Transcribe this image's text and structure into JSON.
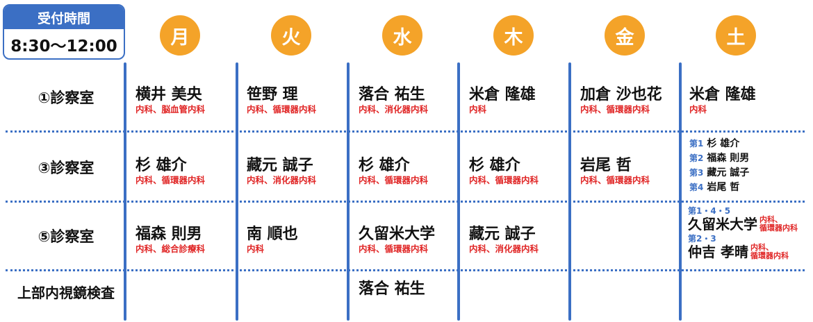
{
  "header": {
    "reception_label": "受付時間",
    "reception_time": "8:30～12:00"
  },
  "days": [
    "月",
    "火",
    "水",
    "木",
    "金",
    "土"
  ],
  "rooms": [
    "①診察室",
    "③診察室",
    "⑤診察室",
    "上部内視鏡検査"
  ],
  "schedule": {
    "room1": [
      {
        "doctor": "横井 美央",
        "dept": "内科、脳血管内科"
      },
      {
        "doctor": "笹野 理",
        "dept": "内科、循環器内科"
      },
      {
        "doctor": "落合 祐生",
        "dept": "内科、消化器内科"
      },
      {
        "doctor": "米倉 隆雄",
        "dept": "内科"
      },
      {
        "doctor": "加倉 沙也花",
        "dept": "内科、循環器内科"
      },
      {
        "doctor": "米倉 隆雄",
        "dept": "内科"
      }
    ],
    "room3": [
      {
        "doctor": "杉 雄介",
        "dept": "内科、循環器内科"
      },
      {
        "doctor": "藏元 誠子",
        "dept": "内科、消化器内科"
      },
      {
        "doctor": "杉 雄介",
        "dept": "内科、循環器内科"
      },
      {
        "doctor": "杉 雄介",
        "dept": "内科、循環器内科"
      },
      {
        "doctor": "岩尾 哲",
        "dept": "内科、循環器内科"
      }
    ],
    "room3_sat": [
      {
        "week": "第1",
        "doctor": "杉 雄介"
      },
      {
        "week": "第2",
        "doctor": "福森 則男"
      },
      {
        "week": "第3",
        "doctor": "藏元 誠子"
      },
      {
        "week": "第4",
        "doctor": "岩尾 哲"
      }
    ],
    "room5": [
      {
        "doctor": "福森 則男",
        "dept": "内科、総合診療科"
      },
      {
        "doctor": "南 順也",
        "dept": "内科"
      },
      {
        "doctor": "久留米大学",
        "dept": "内科、循環器内科"
      },
      {
        "doctor": "藏元 誠子",
        "dept": "内科、消化器内科"
      }
    ],
    "room5_sat": [
      {
        "week": "第1・4・5",
        "doctor": "久留米大学",
        "dept1": "内科、",
        "dept2": "循環器内科"
      },
      {
        "week": "第2・3",
        "doctor": "仲吉 孝晴",
        "dept1": "内科、",
        "dept2": "循環器内科"
      }
    ],
    "endoscopy": {
      "doctor": "落合 祐生"
    }
  }
}
